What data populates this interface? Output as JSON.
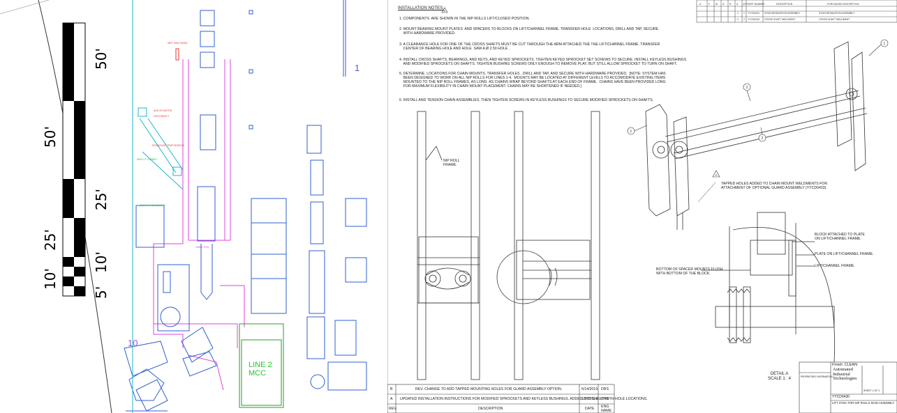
{
  "floorplan": {
    "scale_labels": [
      "50'",
      "50'",
      "25'",
      "25'",
      "10'",
      "10'",
      "5'"
    ],
    "labels": {
      "wet_end_panel": "WET END PANEL",
      "add_hp_motor": "ADD HP MOTOR",
      "disconnect": "DISCONNECT",
      "rodmount": "RODMOUNT TEMP SENSOR",
      "new_lit_cabinet": "NEW LIT CABINET",
      "cable_tray": "CABLE TRAY",
      "line2_mcc": "LINE 2\nMCC",
      "room_1": "1",
      "room_10": "10",
      "clean_thermo": "CLEAN THERMOSTAT"
    }
  },
  "drawing": {
    "notes_title": "INSTALLATION NOTES:",
    "notes_marker": "A",
    "notes": [
      "1. COMPONENTS  ARE SHOWN IN THE NIP ROLLS LIFT/CLOSED POSITION.",
      "2. MOUNT BEARING MOUNT PLATES  AND SPACERS TO BLOCKS ON LIFT/CHANNEL FRAME. TRANSFER HOLE  LOCATIONS, DRILL AND TAP, SECURE\n    WITH HARDWARE PROVIDED.",
      "3. A CLEARANCE HOLE FOR ONE OF THE CROSS SHAFTS MUST BE CUT THROUGH THE ARM ATTACHED THE THE LIFT/CHANNEL FRAME. TRANSFER\n    CENTER OF BEARING HOLE AND HOLE  SAW A Ø 2.50 HOLE .",
      "4. INSTALL CROSS SHAFTS, BEARINGS, AND KEYS, AND KEYED SPROCKETS. TIGHTEN KEYED SPROCKET SET SCREWS TO SECURE. INSTALL KEYLESS BUSHINGS\n    AND MODIFIED SPROCKETS ON SHAFTS. TIGHTEN BUSHING SCREWS ONLY ENOUGH TO REMOVE PLAY, BUT STILL ALLOW SPROCKET TO TURN ON SHAFT.",
      "5. DETERMINE  LOCATIONS FOR CHAIN MOUNTS. TRANSFER HOLES , DRILL AND TAP, AND SECURE WITH HARDWARE PROVIDED.  [NOTE: SYSTEM HAS\n    BEEN DESIGNED TO WORK ON ALL NIP ROLLS FOR LINES 1-4.  MOUNTS MAY BE LOCATED AT DIFFERENT LEVELS TO ACCOMODATE EXISTING ITEMS\n    MOUNTED TO THE NIP ROLL FRAMES, AS LONG  AS CHAINS WRAP BEYOND SHAFTS AT EACH END OF FRAME.  CHAINS HAVE BEEN PROVIDED LONG\n    FOR MAXIMUM FLEXIBILITY IN CHAIN MOUNT PLACEMENT. CHAINS MAY BE SHORTENED IF NEEDED.]",
      "6. INSTALL AND TENSION CHAIN ASSEMBLIES, THEN TIGHTEN SCREWS IN KEYLESS BUSHINGS TO SECURE MODIFIED SPROCKETS ON SHAFTS."
    ],
    "bom": {
      "headers": [
        "A",
        "F",
        "M",
        "D",
        "R",
        "A",
        "QTY",
        "PART NUMBER",
        "DESCRIPTION",
        "PURCHASED DESCRIPTION"
      ],
      "rows": [
        [
          "1",
          "1",
          "YYCD0431",
          "SYNCHRONIZATION ASSEMBLY",
          "SYNCHRONIZATION ASSEMBLY"
        ],
        [
          "2",
          "2",
          "YYCD0433",
          "CROSS SHAFT WELDMENT",
          "CROSS SHAFT WELDMENT"
        ]
      ]
    },
    "callouts": {
      "nip_roll_frame": "NIP ROLL\nFRAME.",
      "tapped_holes": "TAPPED HOLES ADDED TO CHAIN MOUNT WELDMENTS FOR\nATTACHMENT OF OPTIONAL GUARD ASSEMBLY (YYCD0433).",
      "block_attached": "BLOCK ATTACHED TO PLATE\nON LIFT/CHANNEL FRAME.",
      "plate_on_lift": "PLATE ON LIFT/CHANNEL FRAME.",
      "lift_channel": "LIFT/CHANNEL FRAME.",
      "bottom_spacer": "BOTTOM OF SPACER MOUNTS FLUSH\nWITH BOTTOM OF THE BLOCK.",
      "balloon_1": "1",
      "balloon_2": "2",
      "balloon_3": "2",
      "balloon_4": "1",
      "warning_a": "A"
    },
    "detail_label": "DETAIL A\nSCALE 1 : 4",
    "revisions": [
      {
        "rev": "B",
        "desc": "REV. CHANGE TO ADD TAPPED MOUNTING HOLES FOR GUARD ASSEMBLY OPTION.",
        "date": "5/14/2019",
        "by": "DRS"
      },
      {
        "rev": "A",
        "desc": "UPDATED INSTALLATION INSTRUCTIONS FOR MODIFIED SPROCKETS AND KEYLESS BUSHINGS. ADDED 2ND SHEET WITH HOLE LOCATIONS.",
        "date": "1/17/2019",
        "by": "DRS"
      }
    ],
    "revision_headers": {
      "rev": "REV.",
      "desc": "DESCRIPTION",
      "date": "DATE",
      "by": "ENG\nNAME"
    },
    "title_block": {
      "finish": "Finish: CLEAN",
      "company": "Automated\nIndustrial\nTechnologies",
      "proprietary": "PROPRIETARY INFORMATION",
      "part_no": "YYCD0430",
      "title": "LIFT SYNC FOR NIP ROLLS MAIN ASSEMBLY",
      "sheet": "SHEET 1 OF 2"
    }
  }
}
